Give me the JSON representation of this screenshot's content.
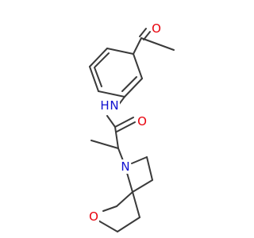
{
  "colors": {
    "bond": "#3a3a3a",
    "oxygen": "#e8000b",
    "nitrogen": "#1010d0",
    "background": "#ffffff"
  },
  "atoms": [
    {
      "id": "o_ketone",
      "label": "O",
      "element": "oxygen"
    },
    {
      "id": "n_amide",
      "label": "N",
      "element": "nitrogen"
    },
    {
      "id": "h_amide",
      "label": "H",
      "element": "nitrogen"
    },
    {
      "id": "o_amide",
      "label": "O",
      "element": "oxygen"
    },
    {
      "id": "n_ring",
      "label": "N",
      "element": "nitrogen"
    },
    {
      "id": "o_ring",
      "label": "O",
      "element": "oxygen"
    }
  ]
}
